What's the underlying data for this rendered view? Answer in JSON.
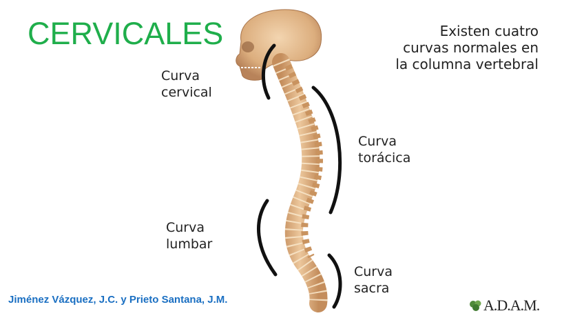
{
  "title": "CERVICALES",
  "intro_text": [
    "Existen cuatro",
    "curvas normales en",
    "la columna vertebral"
  ],
  "curves": [
    {
      "id": "cervical",
      "line1": "Curva",
      "line2": "cervical"
    },
    {
      "id": "toracica",
      "line1": "Curva",
      "line2": "torácica"
    },
    {
      "id": "lumbar",
      "line1": "Curva",
      "line2": "lumbar"
    },
    {
      "id": "sacra",
      "line1": "Curva",
      "line2": "sacra"
    }
  ],
  "credit": "Jiménez Vázquez, J.C. y Prieto Santana, J.M.",
  "logo": {
    "text": "A.D.A.M.",
    "icon": "leaf-icon"
  },
  "colors": {
    "title": "#1fae4b",
    "credit": "#1a6fc2",
    "bone": "#d9a877",
    "arc": "#111111"
  }
}
